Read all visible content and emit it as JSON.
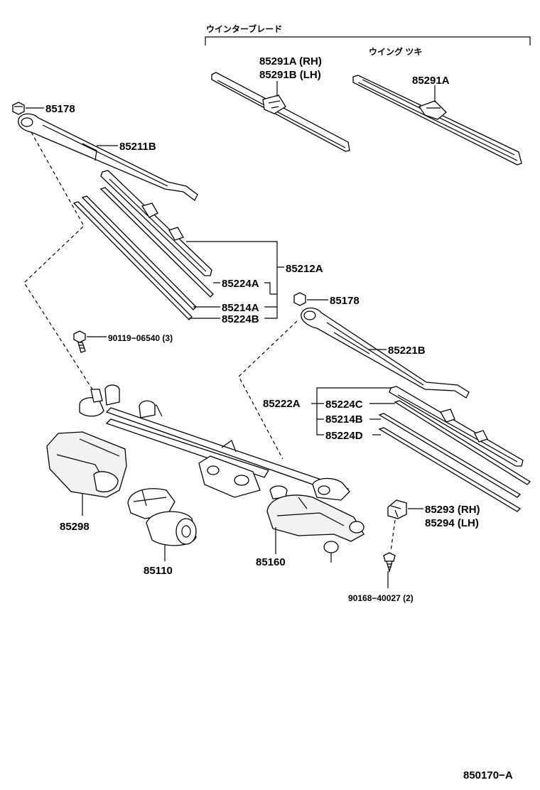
{
  "groups": {
    "winter_blade": "ウインターブレード",
    "wing_type": "ウイング ツキ"
  },
  "labels": {
    "p85291a_rh": "85291A (RH)",
    "p85291b_lh": "85291B (LH)",
    "p85291a": "85291A",
    "p85178_top": "85178",
    "p85211b": "85211B",
    "p85212a": "85212A",
    "p85224a": "85224A",
    "p85214a": "85214A",
    "p85224b": "85224B",
    "p85178_right": "85178",
    "p90119": "90119−06540 (3)",
    "p85221b": "85221B",
    "p85222a": "85222A",
    "p85224c": "85224C",
    "p85214b": "85214B",
    "p85224d": "85224D",
    "p85293_rh": "85293 (RH)",
    "p85294_lh": "85294 (LH)",
    "p85298": "85298",
    "p85110": "85110",
    "p85160": "85160",
    "p90168": "90168−40027 (2)"
  },
  "diagram_code": "850170−A"
}
